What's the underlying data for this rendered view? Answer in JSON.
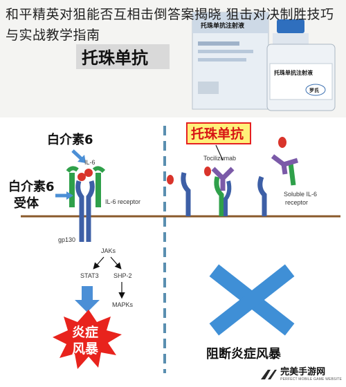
{
  "article": {
    "title": "和平精英对狙能否互相击倒答案揭晓 狙击对决制胜技巧与实战教学指南"
  },
  "photo": {
    "banner_text": "托珠单抗",
    "box_label": "托珠单抗注射液",
    "vial_label": "托珠单抗注射液",
    "brand_seal": "罗氏"
  },
  "diagram": {
    "left": {
      "il6_cn": "白介素6",
      "il6_en": "IL-6",
      "receptor_cn_line1": "白介素6",
      "receptor_cn_line2": "受体",
      "receptor_en": "IL-6 receptor",
      "gp130": "gp130",
      "jaks": "JAKs",
      "stat3": "STAT3",
      "shp2": "SHP-2",
      "mapks": "MAPKs",
      "storm_line1": "炎症",
      "storm_line2": "风暴"
    },
    "right": {
      "drug_cn": "托珠单抗",
      "drug_en": "Tocilizumab",
      "soluble_line1": "Soluble IL-6",
      "soluble_line2": "receptor",
      "block_label": "阻断炎症风暴"
    }
  },
  "watermark": {
    "name": "完美手游网",
    "sub": "PERFECT MOBILE GAME WEBSITE"
  },
  "colors": {
    "membrane": "#8a5a2b",
    "gp130": "#3d5fa6",
    "receptor": "#2fa04a",
    "il6": "#d9342b",
    "antibody_purple": "#7b5aa8",
    "arrow_blue": "#4b8fd6",
    "storm_red": "#e8231d",
    "block_x": "#3f8fd6",
    "drug_label_bg": "#fff07a",
    "drug_label_border": "#e52020"
  }
}
